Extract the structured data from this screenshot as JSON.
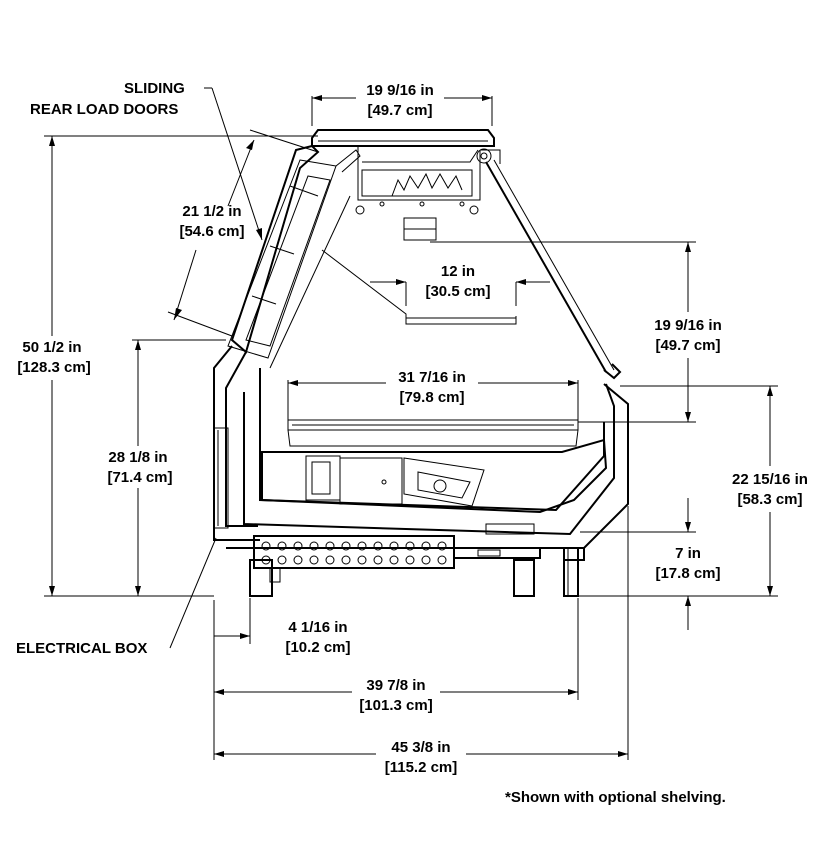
{
  "labels": {
    "sliding": "SLIDING",
    "rear_load_doors": "REAR LOAD DOORS",
    "electrical_box": "ELECTRICAL BOX"
  },
  "dimensions": {
    "top_width": {
      "in": "19 9/16 in",
      "cm": "[49.7 cm]"
    },
    "door_length": {
      "in": "21 1/2 in",
      "cm": "[54.6 cm]"
    },
    "overall_height": {
      "in": "50 1/2 in",
      "cm": "[128.3 cm]"
    },
    "light_canopy": {
      "in": "12 in",
      "cm": "[30.5 cm]"
    },
    "glass_height": {
      "in": "19 9/16 in",
      "cm": "[49.7 cm]"
    },
    "shelf_width": {
      "in": "31 7/16 in",
      "cm": "[79.8 cm]"
    },
    "rear_height": {
      "in": "28 1/8 in",
      "cm": "[71.4 cm]"
    },
    "front_height": {
      "in": "22 15/16 in",
      "cm": "[58.3 cm]"
    },
    "base_height": {
      "in": "7 in",
      "cm": "[17.8 cm]"
    },
    "rear_offset": {
      "in": "4 1/16 in",
      "cm": "[10.2 cm]"
    },
    "base_depth": {
      "in": "39 7/8 in",
      "cm": "[101.3 cm]"
    },
    "overall_depth": {
      "in": "45 3/8 in",
      "cm": "[115.2 cm]"
    }
  },
  "footnote": "*Shown with optional shelving."
}
